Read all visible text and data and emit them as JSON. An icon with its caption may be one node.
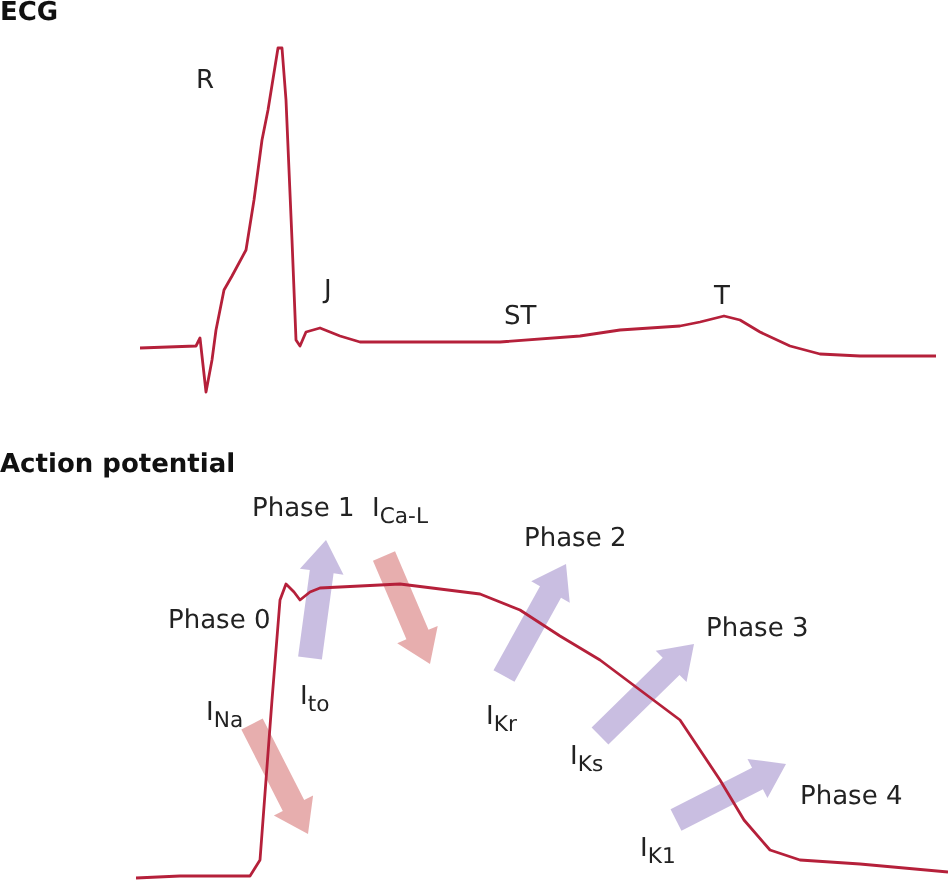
{
  "diagram": {
    "labels": [
      "ECG",
      "R",
      "J",
      "T",
      "ST",
      "Action potential",
      "Phase 1",
      "I$_{Ca-L}$",
      "Phase 2",
      "Phase 0",
      "Phase 3",
      "I$_{to}$",
      "I$_{Na}$",
      "I$_{Kr}$",
      "I$_{Ks}$",
      "Phase 4",
      "I$_{K1}$"
    ]
  }
}
